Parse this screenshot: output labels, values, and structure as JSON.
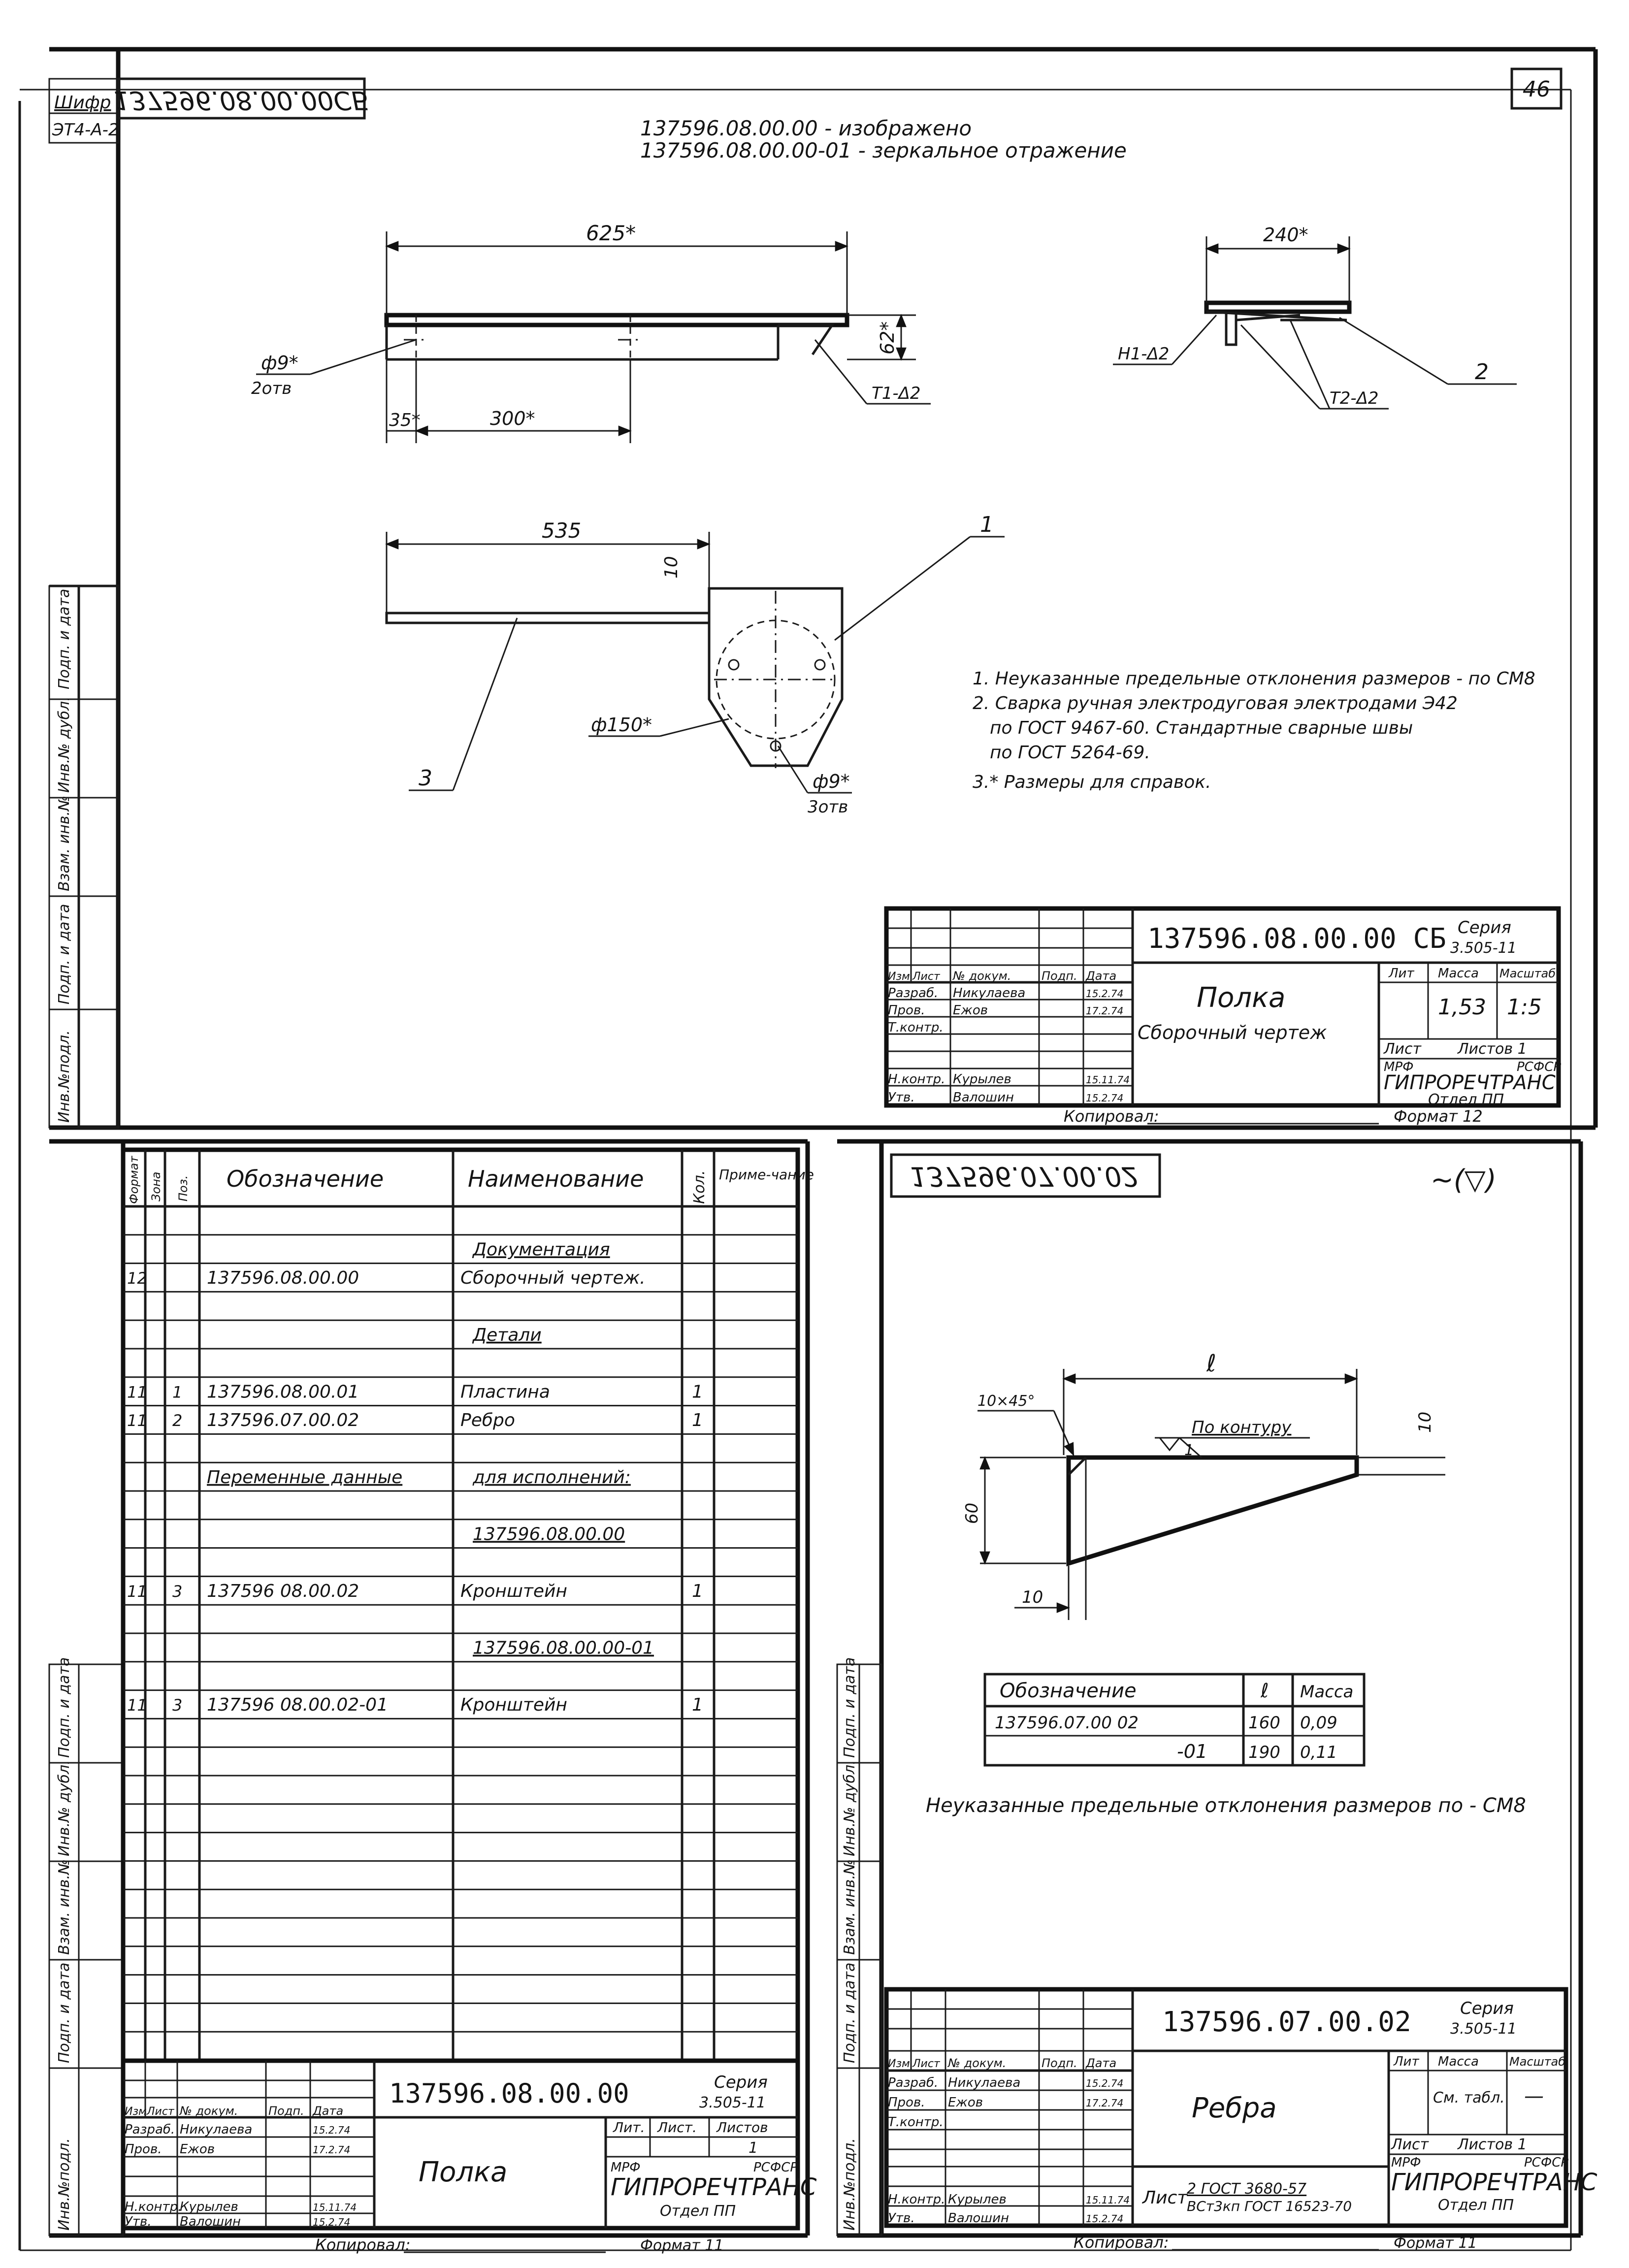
{
  "sheet_number": "46",
  "top_left": {
    "cipher_label": "Шифр",
    "cipher_value": "ЭТ4-А-2",
    "mirrored_code": "137596.08.00.00СБ"
  },
  "side_stamp_labels": [
    "Инв.№подл.",
    "Подп. и дата",
    "Взам. инв.№",
    "Инв.№ дубл.",
    "Подп. и дата"
  ],
  "assembly": {
    "variant_lines": [
      "137596.08.00.00 - изображено",
      "137596.08.00.00-01 - зеркальное отражение"
    ],
    "dims": {
      "len_625": "625*",
      "h_62": "62*",
      "hole_9": "ф9*",
      "holes_2": "2отв",
      "off_35": "35*",
      "len_300": "300*",
      "w_240": "240*",
      "len_535": "535",
      "t_10": "10",
      "dia_150": "ф150*",
      "hole_9b": "ф9*",
      "holes_3": "3отв"
    },
    "weld_marks": {
      "t1": "Т1-Δ2",
      "h1": "Н1-Δ2",
      "t2": "Т2-Δ2"
    },
    "callouts": [
      "1",
      "2",
      "3"
    ],
    "notes": [
      "1. Неуказанные предельные отклонения размеров - по СМ8",
      "2. Сварка ручная электродуговая электродами Э42",
      "по ГОСТ 9467-60.   Стандартные сварные швы",
      "по ГОСТ 5264-69.",
      "3.* Размеры для справок."
    ],
    "title_block": {
      "code": "137596.08.00.00 СБ",
      "series_label": "Серия",
      "series_value": "3.505-11",
      "name": "Полка",
      "subtitle": "Сборочный чертеж",
      "mass_header": {
        "lit": "Лит",
        "mass": "Масса",
        "scale": "Масштаб"
      },
      "mass": "1,53",
      "scale": "1:5",
      "sheet_label": "Лист",
      "sheets_label": "Листов 1",
      "org_left": "МРФ",
      "org_right": "РСФСР",
      "org_name": "ГИПРОРЕЧТРАНС",
      "dept": "Отдел ПП",
      "col_headers": [
        "Изм",
        "Лист",
        "№ докум.",
        "Подп.",
        "Дата"
      ],
      "roles": [
        {
          "role": "Разраб.",
          "name": "Никулаева",
          "date": "15.2.74"
        },
        {
          "role": "Пров.",
          "name": "Ежов",
          "date": "17.2.74"
        },
        {
          "role": "Т.контр.",
          "name": "",
          "date": ""
        },
        {
          "role": "Н.контр.",
          "name": "Курылев",
          "date": "15.11.74"
        },
        {
          "role": "Утв.",
          "name": "Валошин",
          "date": "15.2.74"
        }
      ],
      "copied": "Копировал:",
      "format": "Формат 12"
    }
  },
  "spec": {
    "headers": {
      "format": "Формат",
      "zone": "Зона",
      "pos": "Поз.",
      "designation": "Обозначение",
      "name": "Наименование",
      "qty": "Кол.",
      "note": "Приме-чание"
    },
    "rows": [
      {
        "f": "",
        "z": "",
        "p": "",
        "d": "",
        "n": "Документация",
        "q": "",
        "u": true
      },
      {
        "f": "12",
        "z": "",
        "p": "",
        "d": "137596.08.00.00",
        "n": "Сборочный чертеж.",
        "q": ""
      },
      {
        "f": "",
        "z": "",
        "p": "",
        "d": "",
        "n": "Детали",
        "q": "",
        "u": true
      },
      {
        "f": "11",
        "z": "",
        "p": "1",
        "d": "137596.08.00.01",
        "n": "Пластина",
        "q": "1"
      },
      {
        "f": "11",
        "z": "",
        "p": "2",
        "d": "137596.07.00.02",
        "n": "Ребро",
        "q": "1"
      },
      {
        "f": "",
        "z": "",
        "p": "",
        "d": "Переменные данные",
        "n": "для исполнений:",
        "q": "",
        "u": true
      },
      {
        "f": "",
        "z": "",
        "p": "",
        "d": "",
        "n": "137596.08.00.00",
        "q": "",
        "u": true
      },
      {
        "f": "11",
        "z": "",
        "p": "3",
        "d": "137596 08.00.02",
        "n": "Кронштейн",
        "q": "1"
      },
      {
        "f": "",
        "z": "",
        "p": "",
        "d": "",
        "n": "137596.08.00.00-01",
        "q": "",
        "u": true
      },
      {
        "f": "11",
        "z": "",
        "p": "3",
        "d": "137596 08.00.02-01",
        "n": "Кронштейн",
        "q": "1"
      }
    ],
    "title_block": {
      "code": "137596.08.00.00",
      "series_label": "Серия",
      "series_value": "3.505-11",
      "name": "Полка",
      "lit_header": {
        "lit": "Лит.",
        "sheet": "Лист.",
        "sheets": "Листов"
      },
      "sheets_value": "1",
      "org_left": "МРФ",
      "org_right": "РСФСР",
      "org_name": "ГИПРОРЕЧТРАНС",
      "dept": "Отдел ПП",
      "col_headers": [
        "Изм",
        "Лист",
        "№ докум.",
        "Подп.",
        "Дата"
      ],
      "roles": [
        {
          "role": "Разраб.",
          "name": "Никулаева",
          "date": "15.2.74"
        },
        {
          "role": "Пров.",
          "name": "Ежов",
          "date": "17.2.74"
        },
        {
          "role": "Н.контр.",
          "name": "Курылев",
          "date": "15.11.74"
        },
        {
          "role": "Утв.",
          "name": "Валошин",
          "date": "15.2.74"
        }
      ],
      "copied": "Копировал:",
      "format": "Формат 11"
    }
  },
  "rib": {
    "mirrored_code": "137596.07.00.02",
    "roughness": "∼(▽)",
    "dims": {
      "l": "ℓ",
      "chamfer": "10×45°",
      "contour": "По контуру",
      "weld_num": "1",
      "t_10": "10",
      "h_60": "60",
      "b_10": "10"
    },
    "table": {
      "headers": [
        "Обозначение",
        "ℓ",
        "Масса"
      ],
      "rows": [
        {
          "d": "137596.07.00 02",
          "l": "160",
          "m": "0,09"
        },
        {
          "d": "-01",
          "l": "190",
          "m": "0,11"
        }
      ]
    },
    "note": "Неуказанные предельные отклонения размеров по - СМ8",
    "title_block": {
      "code": "137596.07.00.02",
      "series_label": "Серия",
      "series_value": "3.505-11",
      "name": "Ребра",
      "mass_header": {
        "lit": "Лит",
        "mass": "Масса",
        "scale": "Масштаб"
      },
      "mass": "См. табл.",
      "scale": "—",
      "sheet_label": "Лист",
      "sheets_label": "Листов 1",
      "material_label": "Лист",
      "material_top": "2 ГОСТ 3680-57",
      "material_bottom": "ВСт3кп ГОСТ 16523-70",
      "org_left": "МРФ",
      "org_right": "РСФСР",
      "org_name": "ГИПРОРЕЧТРАНС",
      "dept": "Отдел ПП",
      "col_headers": [
        "Изм",
        "Лист",
        "№ докум.",
        "Подп.",
        "Дата"
      ],
      "roles": [
        {
          "role": "Разраб.",
          "name": "Никулаева",
          "date": "15.2.74"
        },
        {
          "role": "Пров.",
          "name": "Ежов",
          "date": "17.2.74"
        },
        {
          "role": "Т.контр.",
          "name": "",
          "date": ""
        },
        {
          "role": "Н.контр.",
          "name": "Курылев",
          "date": "15.11.74"
        },
        {
          "role": "Утв.",
          "name": "Валошин",
          "date": "15.2.74"
        }
      ],
      "copied": "Копировал:",
      "format": "Формат 11"
    }
  }
}
